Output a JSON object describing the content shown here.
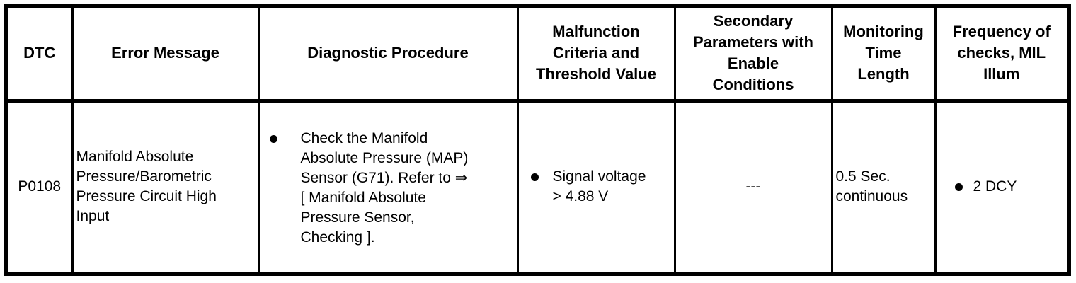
{
  "document": {
    "background_color": "#ffffff",
    "border_color": "#000000",
    "text_color": "#000000"
  },
  "table": {
    "headers": [
      "DTC",
      "Error Message",
      "Diagnostic Procedure",
      "Malfunction\nCriteria and\nThreshold Value",
      "Secondary\nParameters with\nEnable\nConditions",
      "Monitoring\nTime\nLength",
      "Frequency of\nchecks, MIL\nIllum"
    ],
    "row": {
      "dtc": "P0108",
      "error_message": "Manifold Absolute\nPressure/Barometric\nPressure Circuit High\nInput",
      "diagnostic_procedure": "Check the Manifold\nAbsolute Pressure (MAP)\nSensor (G71). Refer to ⇒\n[ Manifold Absolute\nPressure Sensor,\nChecking ].",
      "malfunction_criteria": "Signal voltage\n> 4.88 V",
      "secondary_parameters": "---",
      "monitoring_time": "0.5 Sec.\ncontinuous",
      "frequency_of_checks": "2 DCY"
    }
  }
}
